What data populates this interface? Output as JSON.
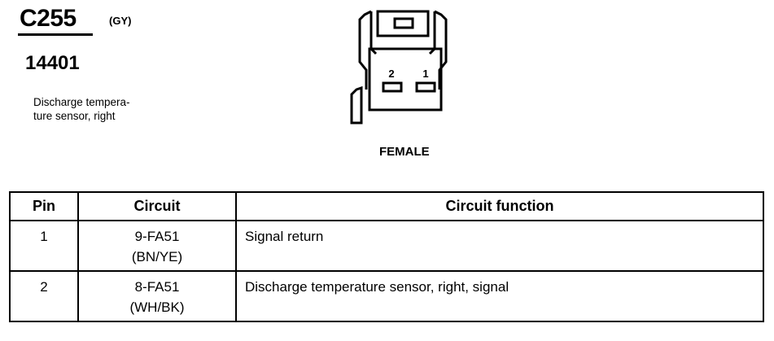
{
  "connector": {
    "id": "C255",
    "color_code": "(GY)",
    "part_number": "14401",
    "description": "Discharge tempera-\nture sensor, right",
    "gender": "FEMALE",
    "pin_labels": [
      "2",
      "1"
    ]
  },
  "table": {
    "headers": [
      "Pin",
      "Circuit",
      "Circuit function"
    ],
    "rows": [
      {
        "pin": "1",
        "circuit": "9-FA51",
        "wire_color": "(BN/YE)",
        "function": "Signal return"
      },
      {
        "pin": "2",
        "circuit": "8-FA51",
        "wire_color": "(WH/BK)",
        "function": "Discharge temperature sensor, right, signal"
      }
    ]
  }
}
